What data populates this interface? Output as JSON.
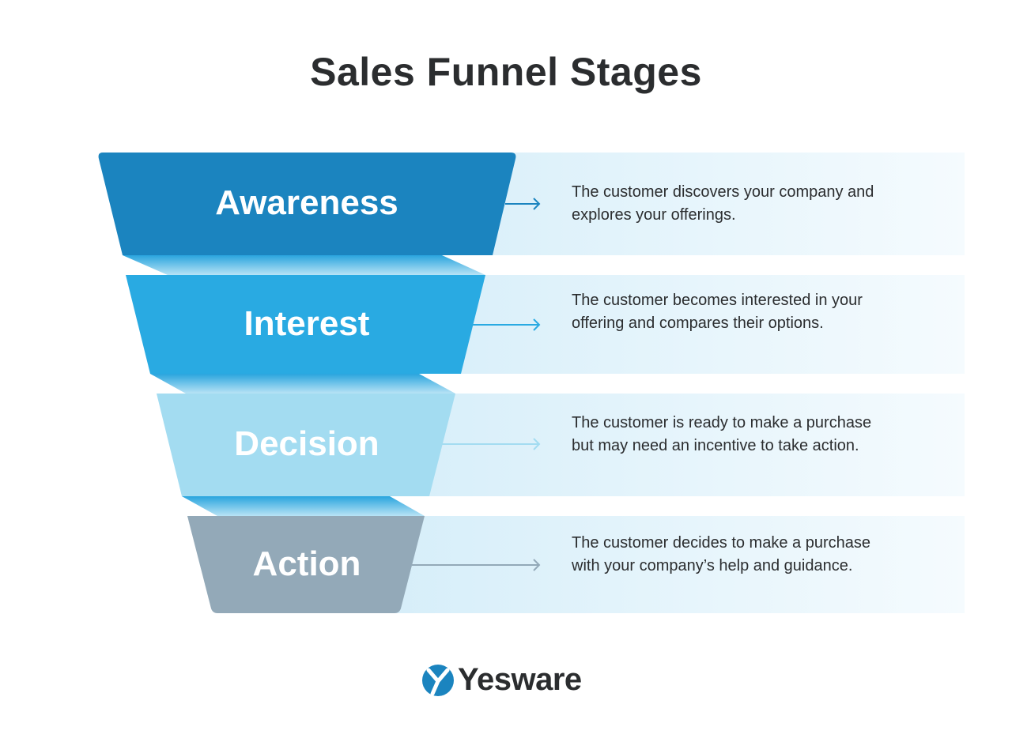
{
  "title": "Sales Funnel Stages",
  "stages": [
    {
      "label": "Awareness",
      "description": "The customer discovers your company and explores your offerings.",
      "color": "#1b84bf"
    },
    {
      "label": "Interest",
      "description": "The customer becomes interested in your offering and compares their options.",
      "color": "#29aae2"
    },
    {
      "label": "Decision",
      "description": "The customer is ready to make a purchase but may need an incentive to take action.",
      "color": "#a3dcf1"
    },
    {
      "label": "Action",
      "description": "The customer decides to make a purchase with your company’s help and guidance.",
      "color": "#93a9b8"
    }
  ],
  "logo": {
    "text": "Yesware",
    "color": "#1b84bf"
  }
}
